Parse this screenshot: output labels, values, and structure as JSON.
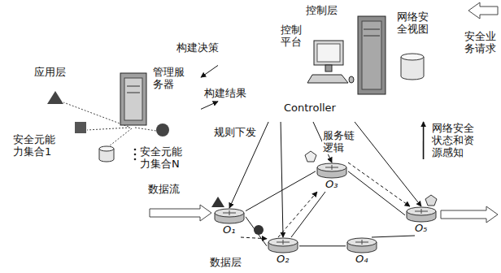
{
  "diagram": {
    "nodes": [
      {
        "text": [
          "控制层"
        ]
      },
      {
        "text": [
          "控制平台",
          "Controller"
        ],
        "in": 0
      },
      {
        "text": [
          "网络安全视图"
        ],
        "in": 0
      },
      {
        "text": [
          "应用层"
        ]
      },
      {
        "text": [
          "管理服务器"
        ],
        "in": 3
      },
      {
        "text": [
          "安全元能力集合1"
        ],
        "in": 3
      },
      {
        "text": [
          "安全元能力集合N"
        ],
        "in": 3
      },
      {
        "text": [
          "数据层"
        ]
      },
      {
        "text": [
          "O₁"
        ],
        "in": 7
      },
      {
        "text": [
          "O₂"
        ],
        "in": 7
      },
      {
        "text": [
          "O₃"
        ],
        "in": 7
      },
      {
        "text": [
          "O₄"
        ],
        "in": 7
      },
      {
        "text": [
          "O₅"
        ],
        "in": 7
      }
    ],
    "edges": [
      {
        "from": 0,
        "to": 3,
        "arrow": "to",
        "label": "构建决策"
      },
      {
        "from": 3,
        "to": 0,
        "arrow": "to",
        "label": "构建结果"
      },
      {
        "from": 0,
        "to": 8,
        "arrow": "to",
        "label": "规则下发"
      },
      {
        "from": 0,
        "to": 9,
        "arrow": "to"
      },
      {
        "from": 0,
        "to": 10,
        "arrow": "to"
      },
      {
        "from": 0,
        "to": 12,
        "arrow": "to"
      },
      {
        "from": 7,
        "to": 0,
        "arrow": "to",
        "label": "网络安全状态和资源感知"
      },
      {
        "from": 8,
        "to": 9,
        "arrow": "none"
      },
      {
        "from": 8,
        "to": 10,
        "arrow": "none"
      },
      {
        "from": 9,
        "to": 10,
        "arrow": "none"
      },
      {
        "from": 9,
        "to": 11,
        "arrow": "none"
      },
      {
        "from": 11,
        "to": 12,
        "arrow": "none"
      },
      {
        "from": 10,
        "to": 12,
        "arrow": "none"
      },
      {
        "from": 8,
        "to": 9,
        "arrow": "to"
      },
      {
        "from": 9,
        "to": 10,
        "arrow": "to"
      },
      {
        "from": 10,
        "to": 12,
        "arrow": "to",
        "label": "服务链逻辑"
      }
    ],
    "labels": [
      "安全业务请求",
      "数据流"
    ]
  }
}
